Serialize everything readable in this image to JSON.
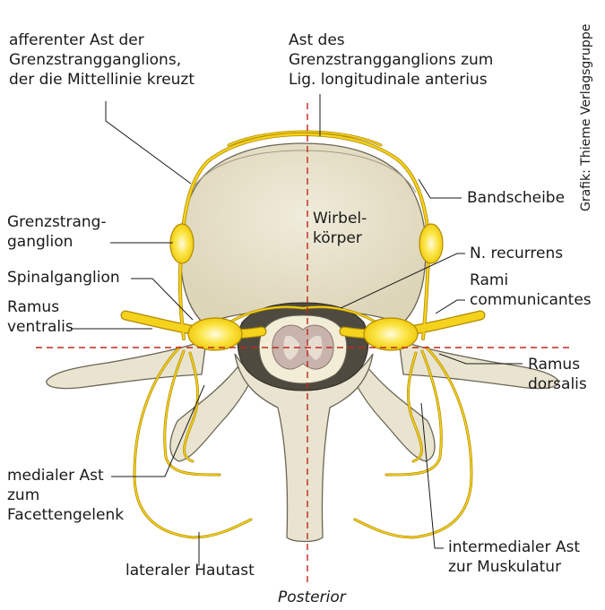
{
  "credit": "Grafik: Thieme Verlagsgruppe",
  "orientation_label": "Posterior",
  "labels": {
    "afferenter": [
      "afferenter Ast der",
      "Grenzstrangganglions,",
      "der die Mittellinie kreuzt"
    ],
    "ast_des": [
      "Ast des",
      "Grenzstrangganglions zum",
      "Lig. longitudinale anterius"
    ],
    "wirbelkoerper": [
      "Wirbel-",
      "körper"
    ],
    "bandscheibe": "Bandscheibe",
    "grenzstrangganglion": [
      "Grenzstrang-",
      "ganglion"
    ],
    "n_recurrens": "N. recurrens",
    "spinalganglion": "Spinalganglion",
    "rami_communicantes": [
      "Rami",
      "communicantes"
    ],
    "ramus_ventralis": [
      "Ramus",
      "ventralis"
    ],
    "ramus_dorsalis": [
      "Ramus",
      "dorsalis"
    ],
    "medialer_ast": [
      "medialer Ast",
      "zum",
      "Facettengelenk"
    ],
    "intermedialer_ast": [
      "intermedialer Ast",
      "zur Muskulatur"
    ],
    "lateraler_hautast": "lateraler Hautast"
  },
  "colors": {
    "bone": "#e9e4cf",
    "bone_shadow": "#cfc6a6",
    "disc": "#d9d3bc",
    "nerve": "#f5d21c",
    "nerve_outline": "#b08a00",
    "ganglion_glow": "#fff1a0",
    "canal_dark": "#4e4a40",
    "cord_pink": "#c9b3ad",
    "guide_line": "#c0281c"
  }
}
